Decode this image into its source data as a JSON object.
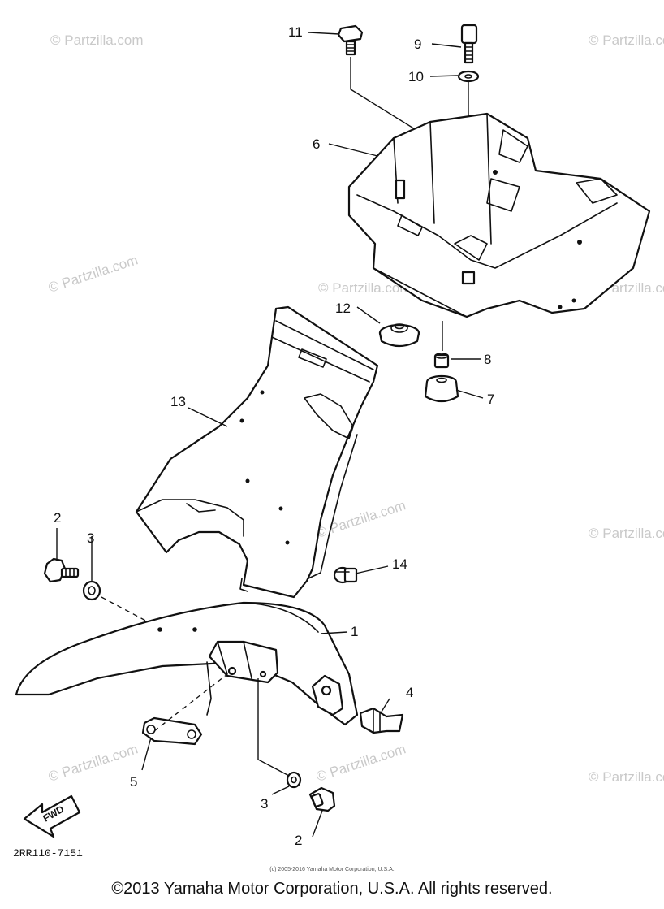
{
  "watermark_text": "© Partzilla.com",
  "drawing_code": "2RR110-7151",
  "fwd_label": "FWD",
  "small_copyright": "(c) 2005-2016 Yamaha Motor Corporation, U.S.A.",
  "copyright": "©2013 Yamaha Motor Corporation, U.S.A. All rights reserved.",
  "callouts": {
    "c1": "1",
    "c2a": "2",
    "c2b": "2",
    "c3a": "3",
    "c3b": "3",
    "c4": "4",
    "c5": "5",
    "c6": "6",
    "c7": "7",
    "c8": "8",
    "c9": "9",
    "c10": "10",
    "c11": "11",
    "c12": "12",
    "c13": "13",
    "c14": "14"
  }
}
